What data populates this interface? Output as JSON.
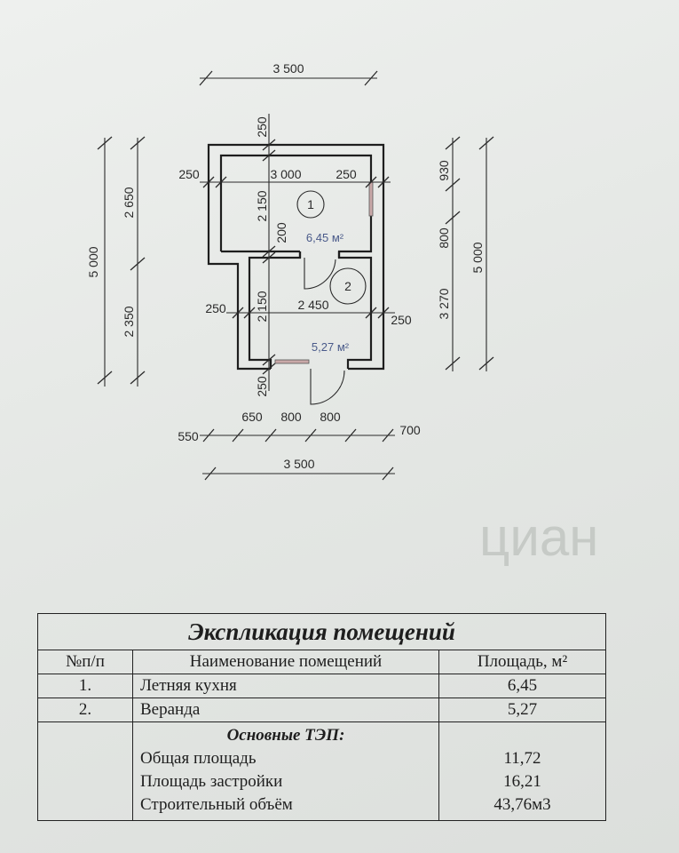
{
  "plan": {
    "top_overall": "3 500",
    "left_overall": "5 000",
    "left_upper": "2 650",
    "left_lower": "2 350",
    "right_overall": "5 000",
    "right_seg1": "930",
    "right_seg2": "800",
    "right_seg3": "3 270",
    "wall_top": "250",
    "wall_left_upper": "250",
    "room1_width": "3 000",
    "wall_right_upper": "250",
    "room1_depth": "2 150",
    "partition": "200",
    "room1_number": "1",
    "room1_area": "6,45 м²",
    "wall_left_lower": "250",
    "room2_width": "2 450",
    "wall_right_lower": "250",
    "room2_depth": "2 150",
    "room2_number": "2",
    "room2_area": "5,27 м²",
    "wall_bottom": "250",
    "bottom_segments": [
      "550",
      "650",
      "800",
      "800",
      "700"
    ],
    "bottom_overall": "3 500"
  },
  "table": {
    "title": "Экспликация помещений",
    "headers": [
      "№п/п",
      "Наименование помещений",
      "Площадь, м²"
    ],
    "rows": [
      {
        "num": "1.",
        "name": "Летняя кухня",
        "area": "6,45"
      },
      {
        "num": "2.",
        "name": "Веранда",
        "area": "5,27"
      }
    ],
    "tep_title": "Основные ТЭП:",
    "tep": [
      {
        "name": "Общая площадь",
        "value": "11,72"
      },
      {
        "name": "Площадь застройки",
        "value": "16,21"
      },
      {
        "name": "Строительный объём",
        "value": "43,76м3"
      }
    ]
  },
  "watermark": "циан"
}
